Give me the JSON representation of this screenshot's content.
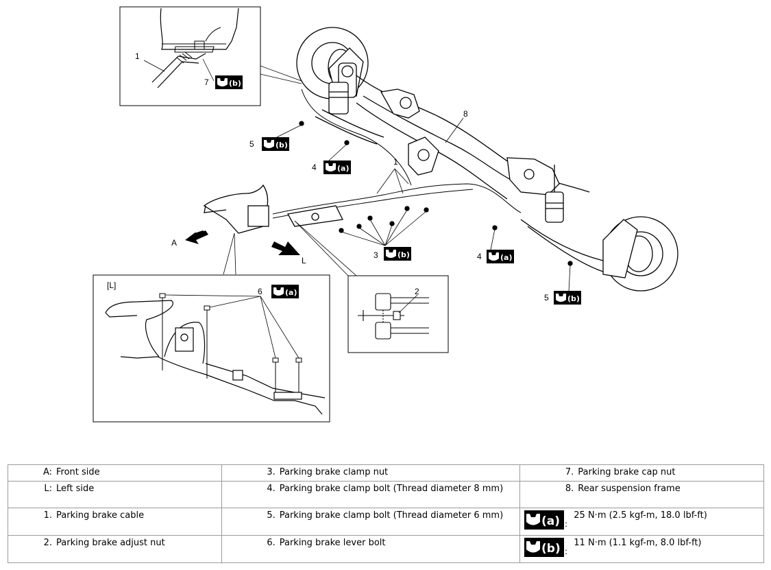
{
  "diagram": {
    "callouts": {
      "c1_inset": "1",
      "c7": "7",
      "c8": "8",
      "c5_left": "5",
      "c4_left": "4",
      "c1_main": "1",
      "c3": "3",
      "c4_right": "4",
      "c5_right": "5",
      "c6": "6",
      "c2": "2",
      "dir_a": "A",
      "dir_l": "L",
      "inset_l_title": "[L]"
    },
    "torque_badges": {
      "a": "(a)",
      "b": "(b)"
    }
  },
  "legend": {
    "rows": [
      [
        {
          "num": "A:",
          "text": "Front side"
        },
        {
          "num": "3.",
          "text": "Parking brake clamp nut"
        },
        {
          "num": "7.",
          "text": "Parking brake cap nut"
        }
      ],
      [
        {
          "num": "L:",
          "text": "Left side"
        },
        {
          "num": "4.",
          "text": "Parking brake clamp bolt (Thread diameter 8 mm)"
        },
        {
          "num": "8.",
          "text": "Rear suspension frame"
        }
      ],
      [
        {
          "num": "1.",
          "text": "Parking brake cable"
        },
        {
          "num": "5.",
          "text": "Parking brake clamp bolt (Thread diameter 6 mm)"
        },
        {
          "badge": "(a)",
          "text": "25 N·m (2.5 kgf-m, 18.0 lbf-ft)"
        }
      ],
      [
        {
          "num": "2.",
          "text": "Parking brake adjust nut"
        },
        {
          "num": "6.",
          "text": "Parking brake lever bolt"
        },
        {
          "badge": "(b)",
          "text": "11 N·m (1.1 kgf-m, 8.0 lbf-ft)"
        }
      ]
    ]
  }
}
